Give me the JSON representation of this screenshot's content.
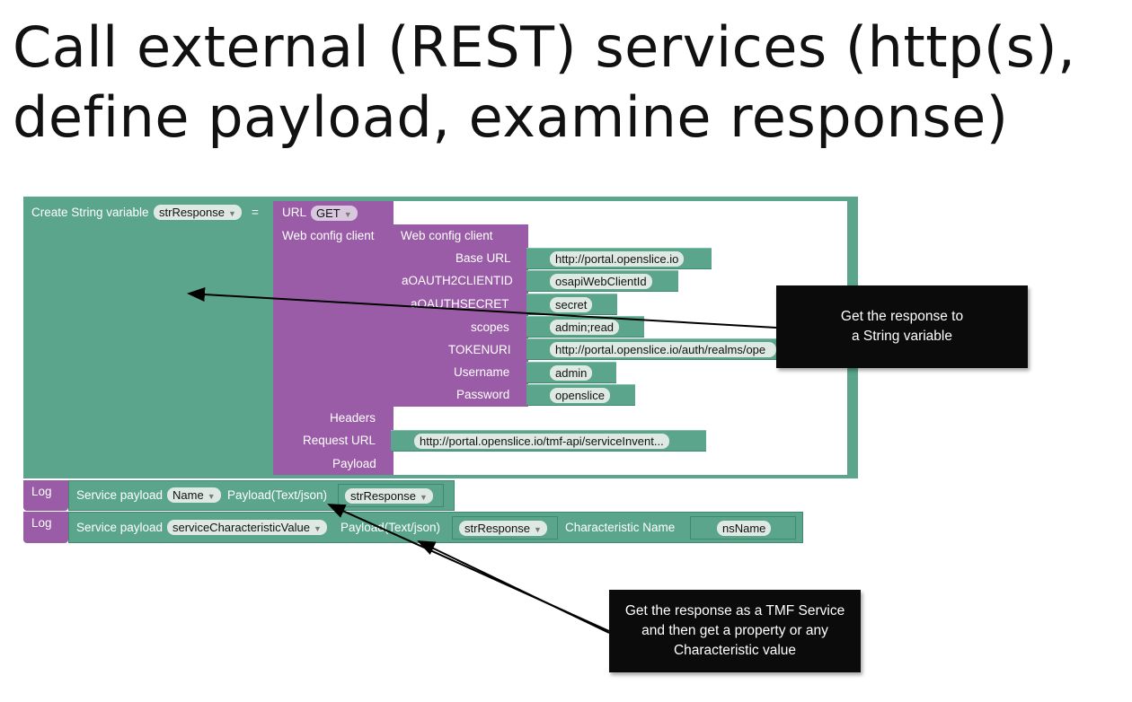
{
  "slide": {
    "title": "Call external (REST) services (http(s), define payload, examine response)"
  },
  "create_block": {
    "label": "Create String variable",
    "variable": "strResponse",
    "equals": "="
  },
  "url_block": {
    "label": "URL",
    "method": "GET",
    "web_config_label": "Web config client",
    "headers_label": "Headers",
    "request_url_label": "Request URL",
    "request_url_value": "http://portal.openslice.io/tmf-api/serviceInvent...",
    "payload_label": "Payload"
  },
  "web_config_block": {
    "label": "Web config client",
    "rows": [
      {
        "label": "Base URL",
        "value": "http://portal.openslice.io"
      },
      {
        "label": "aOAUTH2CLIENTID",
        "value": "osapiWebClientId"
      },
      {
        "label": "aOAUTHSECRET",
        "value": "secret"
      },
      {
        "label": "scopes",
        "value": "admin;read"
      },
      {
        "label": "TOKENURI",
        "value": "http://portal.openslice.io/auth/realms/ope"
      },
      {
        "label": "Username",
        "value": "admin"
      },
      {
        "label": "Password",
        "value": "openslice"
      }
    ]
  },
  "log_blocks": [
    {
      "label": "Log",
      "service_payload_label": "Service payload",
      "property": "Name",
      "payload_label": "Payload(Text/json)",
      "variable": "strResponse"
    },
    {
      "label": "Log",
      "service_payload_label": "Service payload",
      "property": "serviceCharacteristicValue",
      "payload_label": "Payload(Text/json)",
      "variable": "strResponse",
      "characteristic_label": "Characteristic Name",
      "characteristic_value": "nsName"
    }
  ],
  "callouts": {
    "top": "Get the response to\na String variable",
    "bottom": "Get the response as a TMF Service\nand then get a property or any\nCharacteristic value"
  },
  "colors": {
    "block_green": "#5ba58c",
    "block_purple": "#9a5ca6",
    "callout_bg": "#0b0b0b"
  }
}
